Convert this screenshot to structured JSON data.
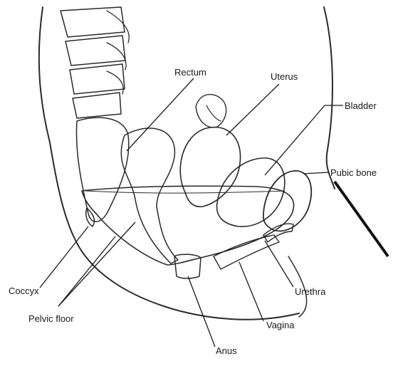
{
  "labels": {
    "rectum": "Rectum",
    "uterus": "Uterus",
    "bladder": "Bladder",
    "pubic_bone": "Pubic bone",
    "urethra": "Urethra",
    "vagina": "Vagina",
    "anus": "Anus",
    "coccyx": "Coccyx",
    "pelvic_floor": "Pelvic floor"
  }
}
